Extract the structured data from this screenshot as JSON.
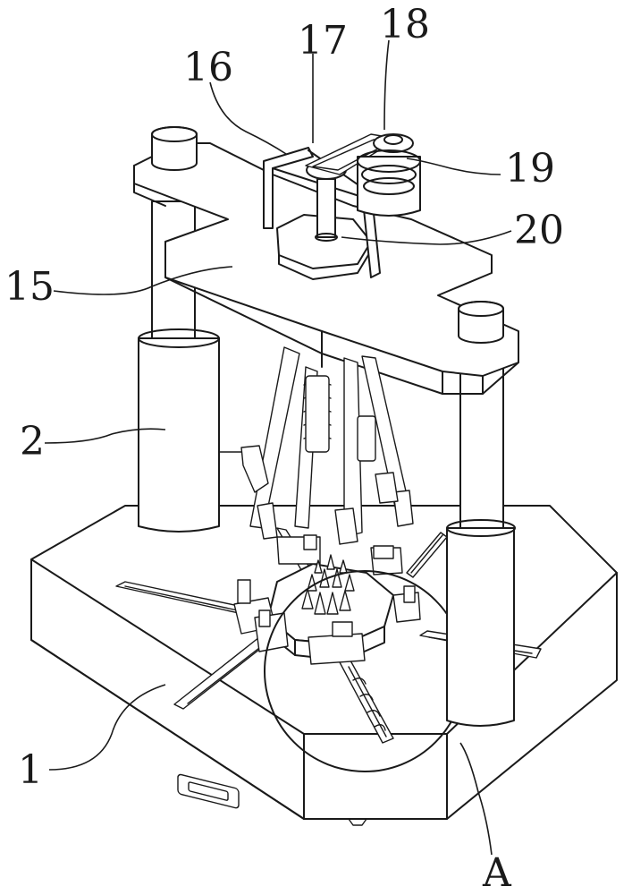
{
  "labels": {
    "base": "1",
    "column": "2",
    "top_plate": "15",
    "frame": "16",
    "shaft": "17",
    "gear_top": "18",
    "motor": "19",
    "rod": "20",
    "detail": "A"
  }
}
